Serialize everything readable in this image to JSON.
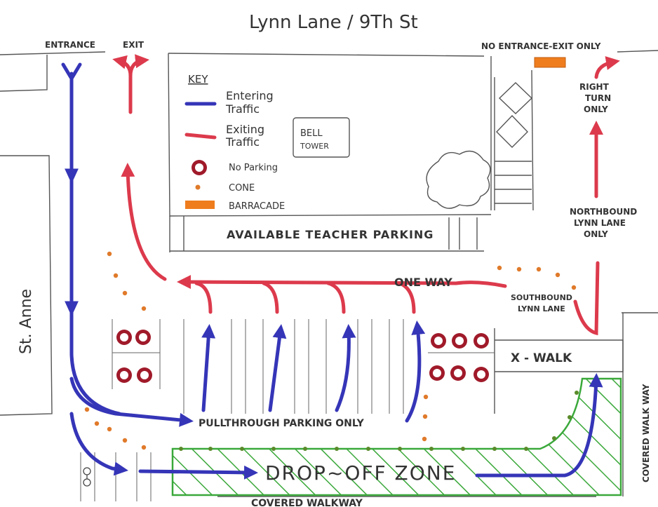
{
  "title": "Lynn Lane / 9Th St",
  "left_street": "St. Anne",
  "entrance_label": "ENTRANCE",
  "exit_label": "EXIT",
  "no_entrance_label": "NO ENTRANCE-EXIT ONLY",
  "right_turn_label": [
    "RIGHT",
    "TURN",
    "ONLY"
  ],
  "northbound_label": [
    "NORTHBOUND",
    "LYNN LANE",
    "ONLY"
  ],
  "southbound_label": [
    "SOUTHBOUND",
    "LYNN LANE"
  ],
  "one_way_label": "ONE WAY",
  "teacher_parking_label": "AVAILABLE TEACHER PARKING",
  "pull_through_label": "PULLTHROUGH PARKING ONLY",
  "drop_off_label": "DROP~OFF ZONE",
  "crosswalk_label": "X - WALK",
  "covered_walkway_right": "COVERED WALK WAY",
  "covered_walkway_bottom": "COVERED WALKWAY",
  "bell_tower_label": [
    "BELL",
    "TOWER"
  ],
  "key": {
    "title": "KEY",
    "entering": [
      "Entering",
      "Traffic"
    ],
    "exiting": [
      "Exiting",
      "Traffic"
    ],
    "no_parking": "No Parking",
    "cone": "CONE",
    "barricade": "BARRACADE"
  },
  "colors": {
    "entering": "#3535b8",
    "exiting": "#dc3a4c",
    "cone": "#e07a2a",
    "barricade": "#ef7d1e",
    "drop_off_zone": "#3aa83a",
    "ink": "#333333"
  }
}
